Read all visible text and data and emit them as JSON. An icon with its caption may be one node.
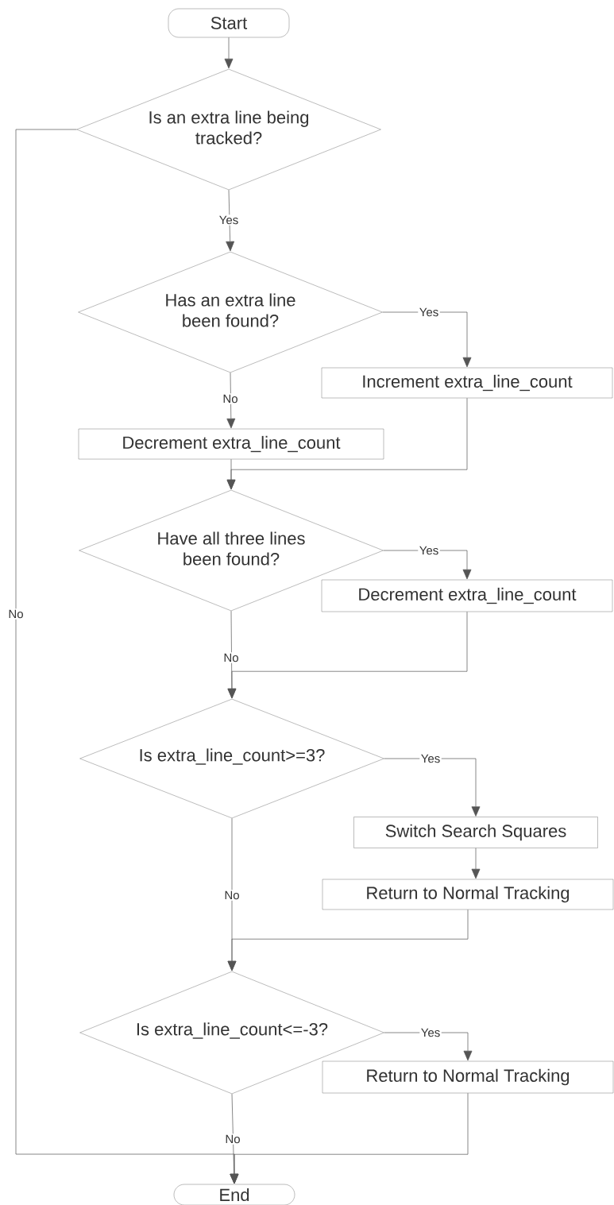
{
  "diagram": {
    "nodes": [
      {
        "text": [
          "Start"
        ]
      },
      {
        "text": [
          "Is an extra line being tracked?"
        ]
      },
      {
        "text": [
          "Has an extra line been found?"
        ]
      },
      {
        "text": [
          "Increment extra_line_count"
        ]
      },
      {
        "text": [
          "Decrement extra_line_count"
        ]
      },
      {
        "text": [
          "Have all three lines been found?"
        ]
      },
      {
        "text": [
          "Decrement extra_line_count"
        ]
      },
      {
        "text": [
          "Is extra_line_count>=3?"
        ]
      },
      {
        "text": [
          "Switch Search Squares"
        ]
      },
      {
        "text": [
          "Return to Normal Tracking"
        ]
      },
      {
        "text": [
          "Is extra_line_count<=-3?"
        ]
      },
      {
        "text": [
          "Return to Normal Tracking"
        ]
      },
      {
        "text": [
          "End"
        ]
      }
    ],
    "edges": [
      {
        "from": 0,
        "to": 1,
        "arrow": "to"
      },
      {
        "from": 1,
        "to": 2,
        "arrow": "to",
        "label": "Yes"
      },
      {
        "from": 1,
        "to": 12,
        "arrow": "to",
        "label": "No"
      },
      {
        "from": 2,
        "to": 3,
        "arrow": "to",
        "label": "Yes"
      },
      {
        "from": 2,
        "to": 4,
        "arrow": "to",
        "label": "No"
      },
      {
        "from": 3,
        "to": 5,
        "arrow": "to"
      },
      {
        "from": 4,
        "to": 5,
        "arrow": "to"
      },
      {
        "from": 5,
        "to": 6,
        "arrow": "to",
        "label": "Yes"
      },
      {
        "from": 5,
        "to": 7,
        "arrow": "to",
        "label": "No"
      },
      {
        "from": 6,
        "to": 7,
        "arrow": "to"
      },
      {
        "from": 7,
        "to": 8,
        "arrow": "to",
        "label": "Yes"
      },
      {
        "from": 8,
        "to": 9,
        "arrow": "to"
      },
      {
        "from": 7,
        "to": 10,
        "arrow": "to",
        "label": "No"
      },
      {
        "from": 9,
        "to": 10,
        "arrow": "to"
      },
      {
        "from": 10,
        "to": 11,
        "arrow": "to",
        "label": "Yes"
      },
      {
        "from": 10,
        "to": 12,
        "arrow": "to",
        "label": "No"
      },
      {
        "from": 11,
        "to": 12,
        "arrow": "to"
      }
    ]
  }
}
